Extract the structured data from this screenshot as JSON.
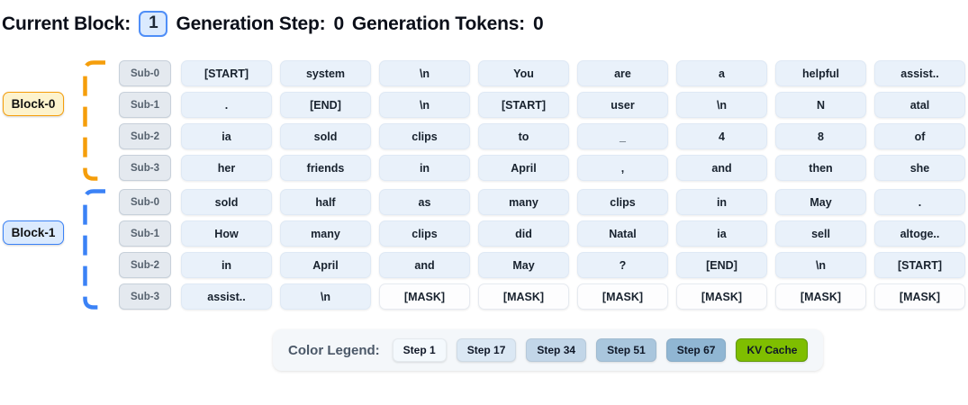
{
  "header": {
    "current_block_label": "Current Block:",
    "current_block_value": "1",
    "generation_step_label": "Generation Step:",
    "generation_step_value": "0",
    "generation_tokens_label": "Generation Tokens:",
    "generation_tokens_value": "0"
  },
  "blocks": [
    {
      "label": "Block-0",
      "accent": "#f59e0b",
      "label_bg": "#fdf3cd",
      "rows": [
        {
          "sub": "Sub-0",
          "cells": [
            "[START]",
            "system",
            "\\n",
            "You",
            "are",
            "a",
            "helpful",
            "assist.."
          ]
        },
        {
          "sub": "Sub-1",
          "cells": [
            ".",
            "[END]",
            "\\n",
            "[START]",
            "user",
            "\\n",
            "N",
            "atal"
          ]
        },
        {
          "sub": "Sub-2",
          "cells": [
            "ia",
            "sold",
            "clips",
            "to",
            "_",
            "4",
            "8",
            "of"
          ]
        },
        {
          "sub": "Sub-3",
          "cells": [
            "her",
            "friends",
            "in",
            "April",
            ",",
            "and",
            "then",
            "she"
          ]
        }
      ]
    },
    {
      "label": "Block-1",
      "accent": "#3b82f6",
      "label_bg": "#dbeafe",
      "rows": [
        {
          "sub": "Sub-0",
          "cells": [
            "sold",
            "half",
            "as",
            "many",
            "clips",
            "in",
            "May",
            "."
          ]
        },
        {
          "sub": "Sub-1",
          "cells": [
            "How",
            "many",
            "clips",
            "did",
            "Natal",
            "ia",
            "sell",
            "altoge.."
          ]
        },
        {
          "sub": "Sub-2",
          "cells": [
            "in",
            "April",
            "and",
            "May",
            "?",
            "[END]",
            "\\n",
            "[START]"
          ]
        },
        {
          "sub": "Sub-3",
          "cells": [
            "assist..",
            "\\n",
            "[MASK]",
            "[MASK]",
            "[MASK]",
            "[MASK]",
            "[MASK]",
            "[MASK]"
          ]
        }
      ]
    }
  ],
  "legend": {
    "title": "Color Legend:",
    "items": [
      {
        "label": "Step 1",
        "color": "#f4f9fd"
      },
      {
        "label": "Step 17",
        "color": "#dbe8f4"
      },
      {
        "label": "Step 34",
        "color": "#c2d6e8"
      },
      {
        "label": "Step 51",
        "color": "#a9c6dd"
      },
      {
        "label": "Step 67",
        "color": "#90b6d3"
      },
      {
        "label": "KV Cache",
        "color": "#7fbe00",
        "border": "#5e9902"
      }
    ]
  },
  "colors": {
    "token_bg": "#e9f1fa",
    "mask_bg": "#fdfdfe",
    "block0_accent": "#f59e0b",
    "block1_accent": "#3b82f6",
    "badge_border": "#4f8ef7",
    "badge_bg": "#dbeafe"
  }
}
